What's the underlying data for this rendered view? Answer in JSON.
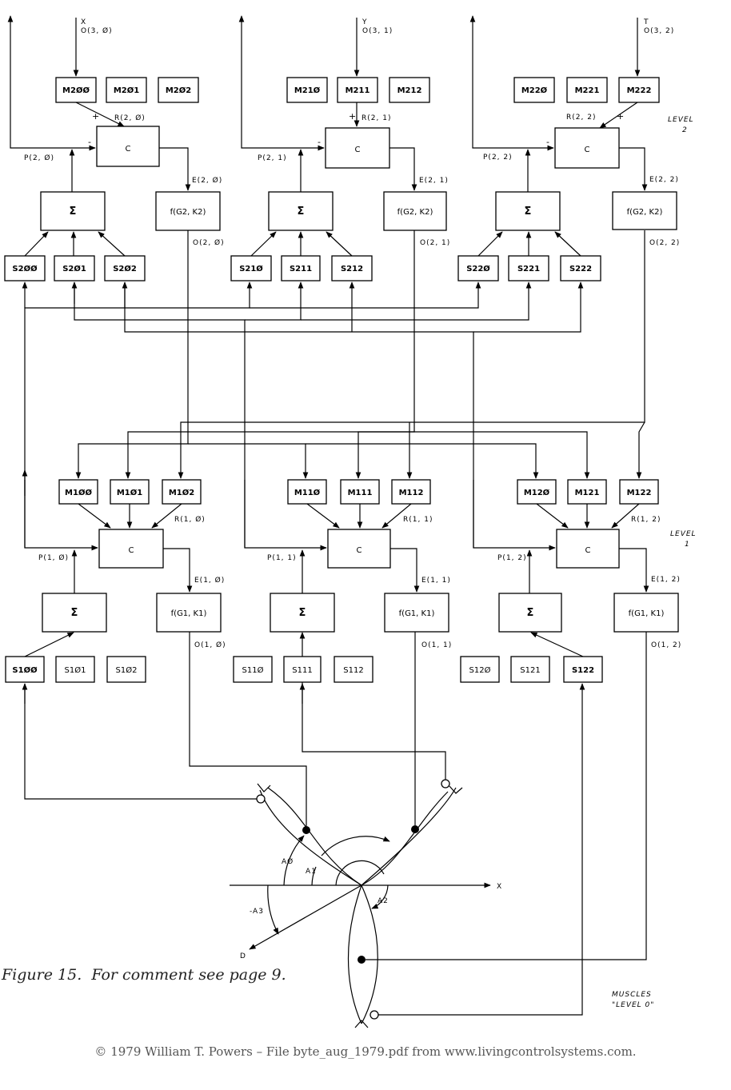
{
  "inputs": [
    {
      "name": "X",
      "output": "O(3, Ø)"
    },
    {
      "name": "Y",
      "output": "O(3, 1)"
    },
    {
      "name": "T",
      "output": "O(3, 2)"
    }
  ],
  "level2": {
    "label": "LEVEL 2",
    "units": [
      {
        "memories": [
          "M2ØØ",
          "M2Ø1",
          "M2Ø2"
        ],
        "reference": "R(2, Ø)",
        "comparator": "C",
        "perception": "P(2, Ø)",
        "error": "E(2, Ø)",
        "summer": "Σ",
        "output_function": "f(G2, K2)",
        "output": "O(2, Ø)",
        "sensors": [
          "S2ØØ",
          "S2Ø1",
          "S2Ø2"
        ]
      },
      {
        "memories": [
          "M21Ø",
          "M211",
          "M212"
        ],
        "reference": "R(2, 1)",
        "comparator": "C",
        "perception": "P(2, 1)",
        "error": "E(2, 1)",
        "summer": "Σ",
        "output_function": "f(G2, K2)",
        "output": "O(2, 1)",
        "sensors": [
          "S21Ø",
          "S211",
          "S212"
        ]
      },
      {
        "memories": [
          "M22Ø",
          "M221",
          "M222"
        ],
        "reference": "R(2, 2)",
        "comparator": "C",
        "perception": "P(2, 2)",
        "error": "E(2, 2)",
        "summer": "Σ",
        "output_function": "f(G2, K2)",
        "output": "O(2, 2)",
        "sensors": [
          "S22Ø",
          "S221",
          "S222"
        ]
      }
    ]
  },
  "level1": {
    "label": "LEVEL 1",
    "units": [
      {
        "memories": [
          "M1ØØ",
          "M1Ø1",
          "M1Ø2"
        ],
        "reference": "R(1, Ø)",
        "comparator": "C",
        "perception": "P(1, Ø)",
        "error": "E(1, Ø)",
        "summer": "Σ",
        "output_function": "f(G1, K1)",
        "output": "O(1, Ø)",
        "sensors": [
          "S1ØØ",
          "S1Ø1",
          "S1Ø2"
        ]
      },
      {
        "memories": [
          "M11Ø",
          "M111",
          "M112"
        ],
        "reference": "R(1, 1)",
        "comparator": "C",
        "perception": "P(1, 1)",
        "error": "E(1, 1)",
        "summer": "Σ",
        "output_function": "f(G1, K1)",
        "output": "O(1, 1)",
        "sensors": [
          "S11Ø",
          "S111",
          "S112"
        ]
      },
      {
        "memories": [
          "M12Ø",
          "M121",
          "M122"
        ],
        "reference": "R(1, 2)",
        "comparator": "C",
        "perception": "P(1, 2)",
        "error": "E(1, 2)",
        "summer": "Σ",
        "output_function": "f(G1, K1)",
        "output": "O(1, 2)",
        "sensors": [
          "S12Ø",
          "S121",
          "S122"
        ]
      }
    ]
  },
  "level0": {
    "label": "MUSCLES \"LEVEL 0\""
  },
  "geometry_labels": {
    "x_axis": "X",
    "d_axis": "D",
    "angles": [
      "AØ",
      "A1",
      "A2",
      "-A3"
    ]
  },
  "signs": {
    "plus": "+",
    "minus": "-"
  },
  "caption": {
    "figure": "Figure 15.",
    "text": "For comment see page 9."
  },
  "footer": "© 1979 William T. Powers – File byte_aug_1979.pdf    from www.livingcontrolsystems.com."
}
